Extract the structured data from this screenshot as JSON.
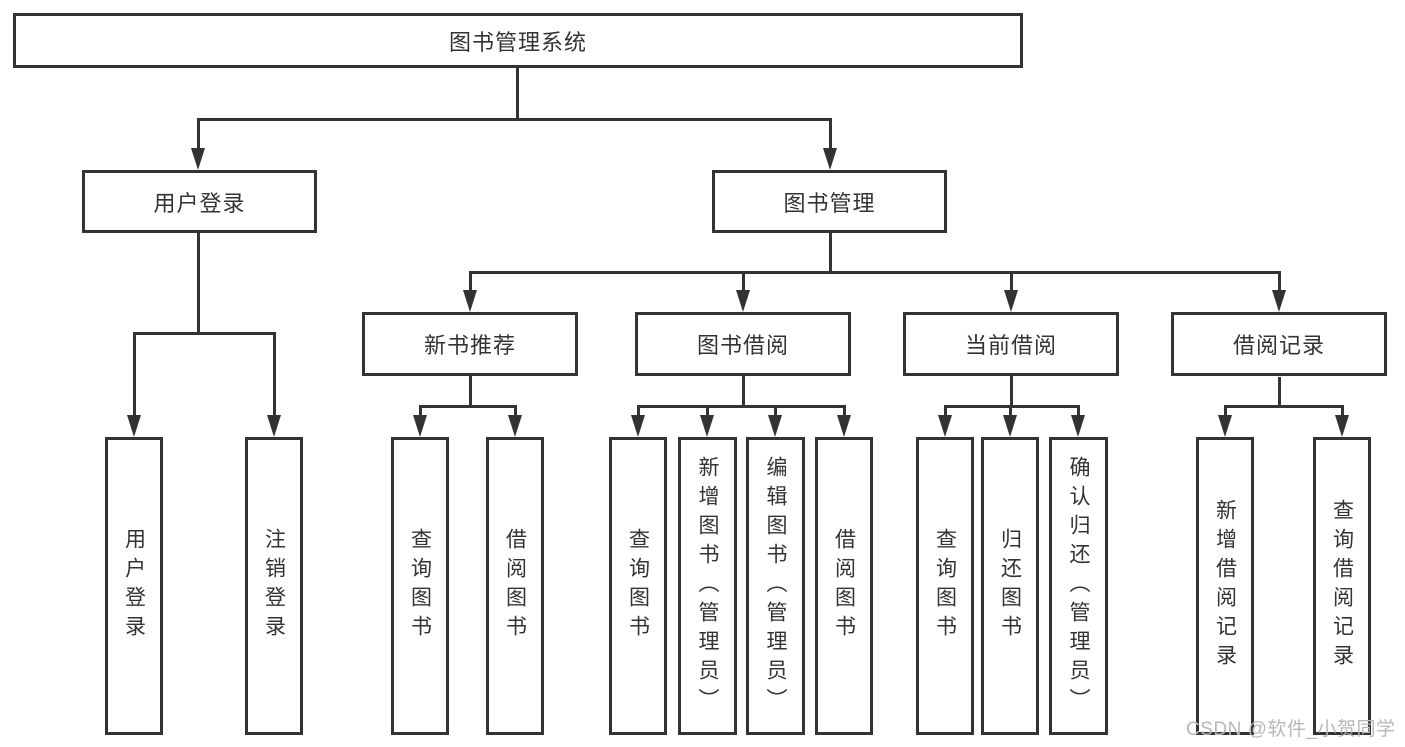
{
  "colors": {
    "line": "#333333",
    "text": "#333333",
    "watermark": "#b8b8b8",
    "background": "#ffffff"
  },
  "diagram": {
    "root": {
      "label": "图书管理系统"
    },
    "user_login": {
      "label": "用户登录",
      "leaves": [
        {
          "label": "用户登录"
        },
        {
          "label": "注销登录"
        }
      ]
    },
    "book_mgmt": {
      "label": "图书管理",
      "branches": {
        "new_book": {
          "label": "新书推荐",
          "leaves": [
            {
              "label": "查询图书"
            },
            {
              "label": "借阅图书"
            }
          ]
        },
        "borrow": {
          "label": "图书借阅",
          "leaves": [
            {
              "label": "查询图书"
            },
            {
              "label": "新增图书（管理员）"
            },
            {
              "label": "编辑图书（管理员）"
            },
            {
              "label": "借阅图书"
            }
          ]
        },
        "current": {
          "label": "当前借阅",
          "leaves": [
            {
              "label": "查询图书"
            },
            {
              "label": "归还图书"
            },
            {
              "label": "确认归还（管理员）"
            }
          ]
        },
        "records": {
          "label": "借阅记录",
          "leaves": [
            {
              "label": "新增借阅记录"
            },
            {
              "label": "查询借阅记录"
            }
          ]
        }
      }
    }
  },
  "watermark": {
    "text": "CSDN @软件_小贺同学"
  }
}
